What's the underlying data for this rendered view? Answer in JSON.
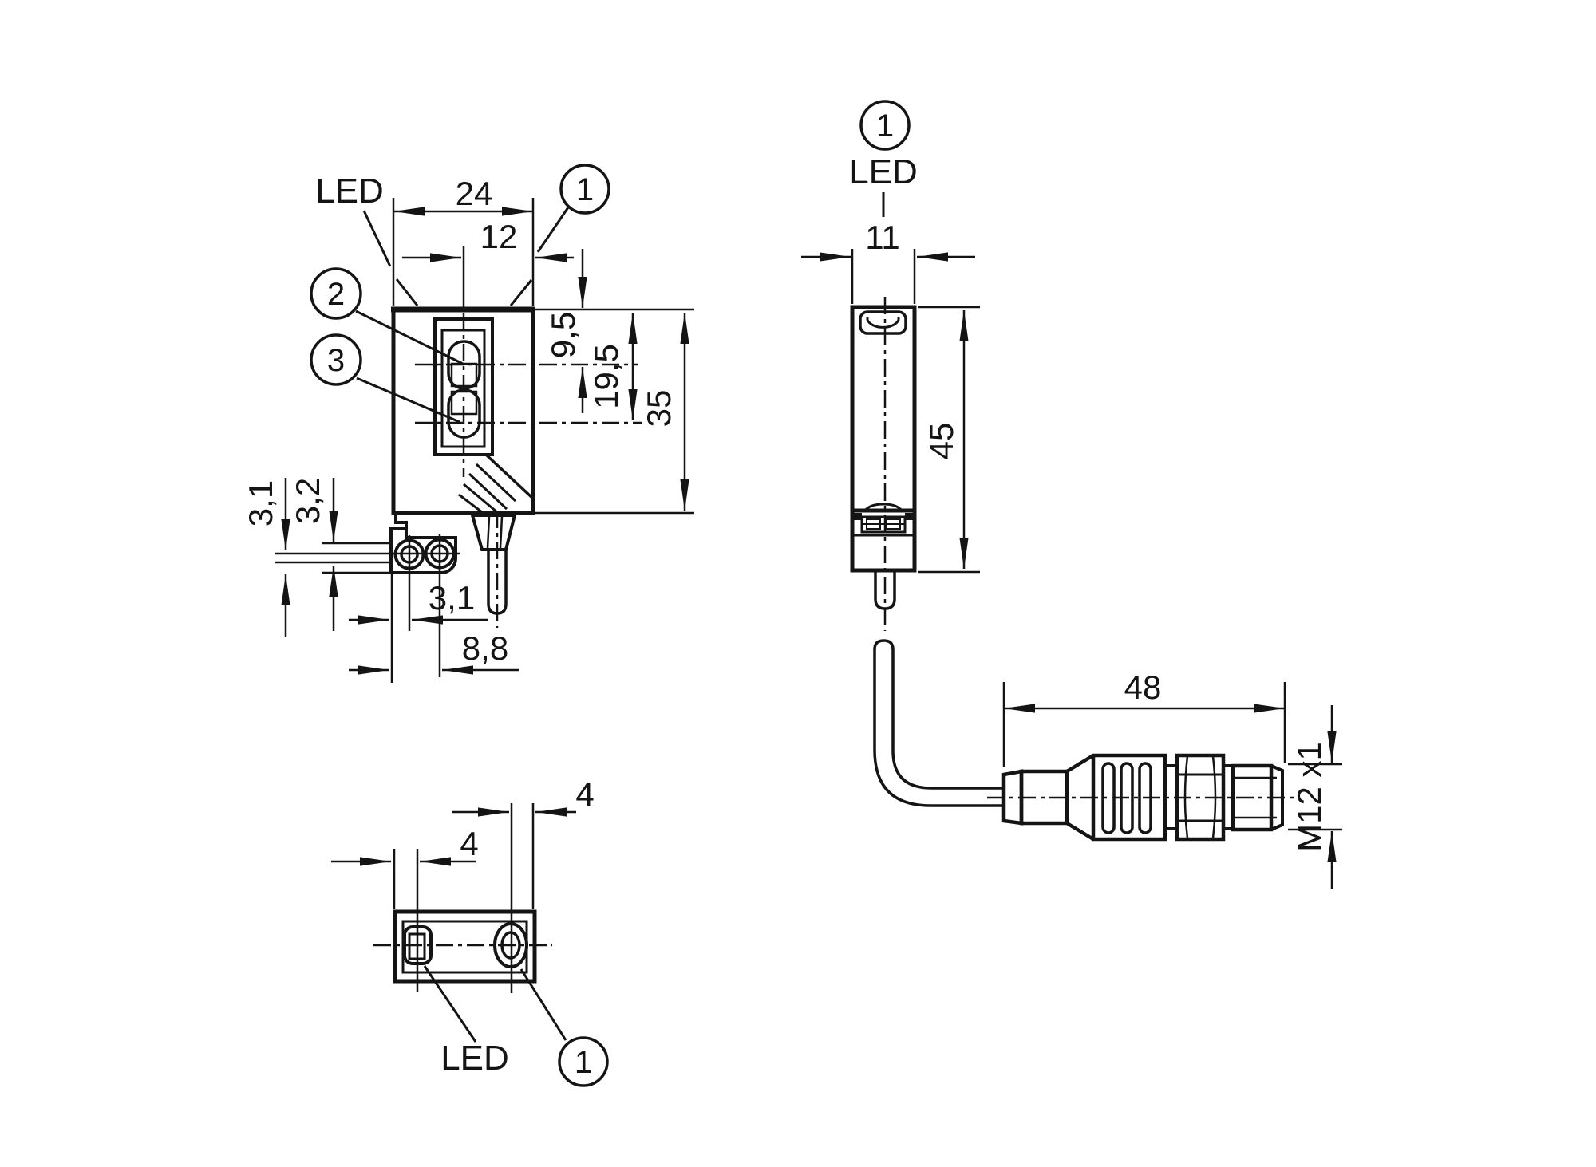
{
  "texts": {
    "front_led": "LED",
    "front_c1": "1",
    "front_c2": "2",
    "front_c3": "3",
    "front_w": "24",
    "front_hw": "12",
    "front_d1": "9,5",
    "front_d2": "19,5",
    "front_h": "35",
    "front_s1": "3,1",
    "front_s2": "3,2",
    "front_b1": "3,1",
    "front_b2": "8,8",
    "side_c1": "1",
    "side_led": "LED",
    "side_w": "11",
    "side_h": "45",
    "bottom_led": "LED",
    "bottom_c1": "1",
    "bottom_d_left": "4",
    "bottom_d_right": "4",
    "conn_len": "48",
    "conn_thread": "M12 x1"
  },
  "colors": {
    "line": "#141414",
    "background": "#ffffff"
  }
}
